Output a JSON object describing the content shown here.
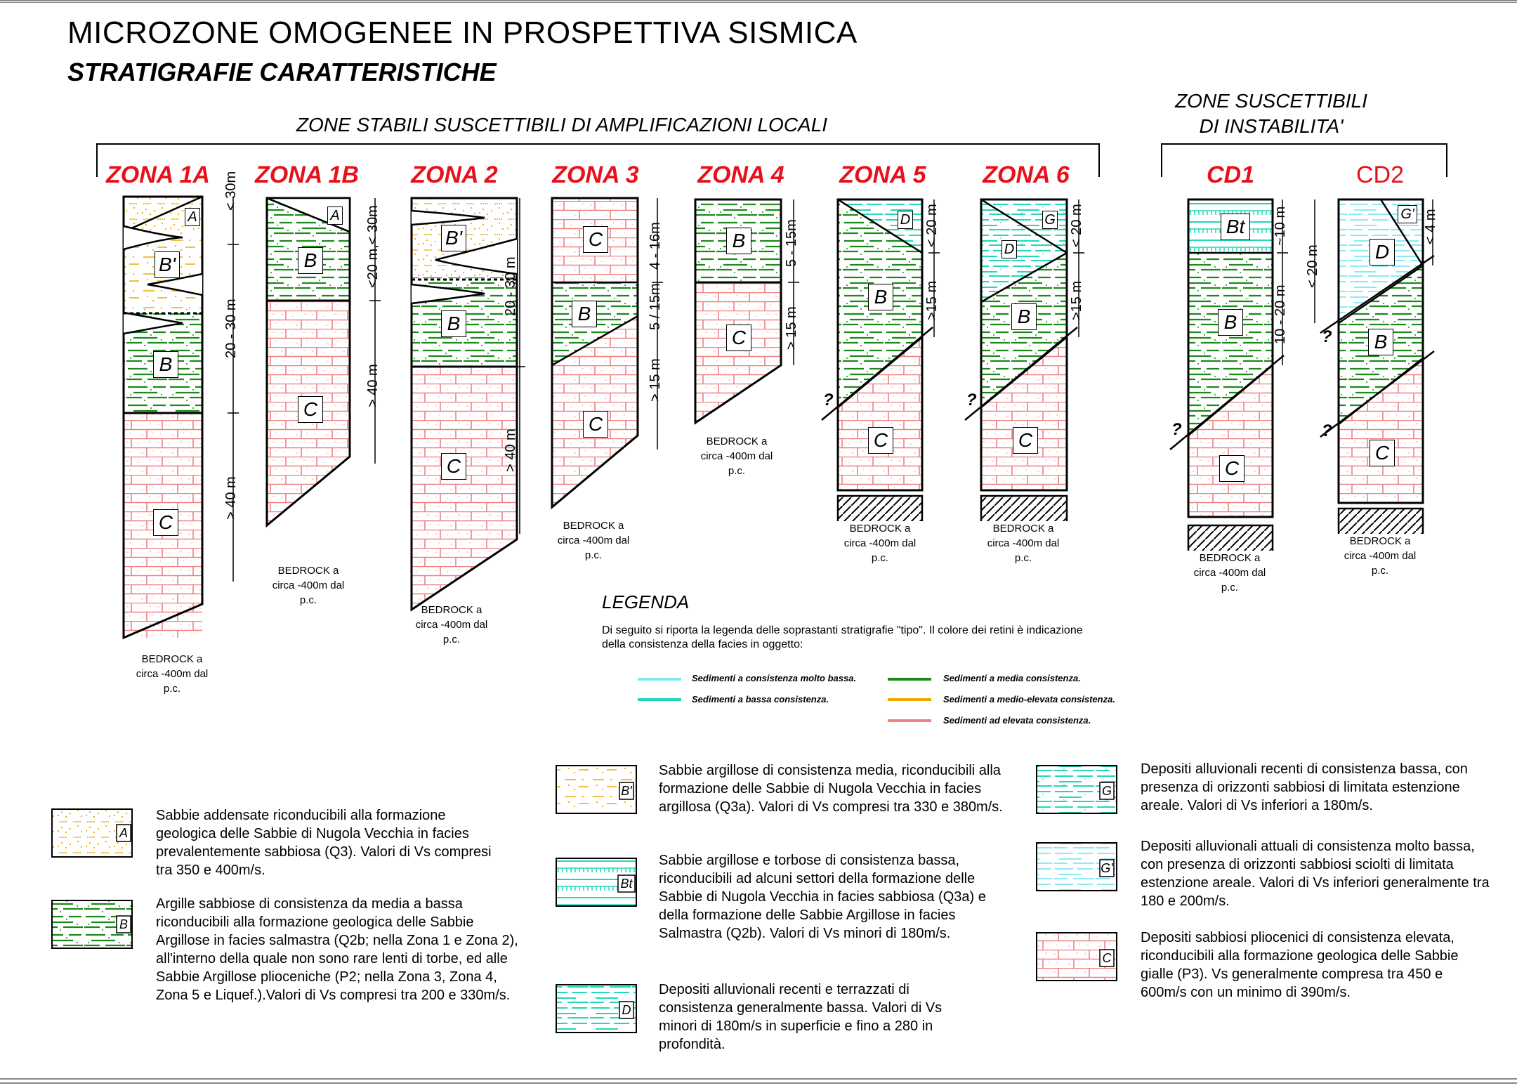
{
  "title": "MICROZONE OMOGENEE IN PROSPETTIVA SISMICA",
  "subtitle": "STRATIGRAFIE CARATTERISTICHE",
  "headers": {
    "stable": "ZONE STABILI SUSCETTIBILI DI AMPLIFICAZIONI LOCALI",
    "unstable_1": "ZONE SUSCETTIBILI",
    "unstable_2": "DI INSTABILITA'"
  },
  "zones": [
    "ZONA 1A",
    "ZONA 1B",
    "ZONA 2",
    "ZONA 3",
    "ZONA 4",
    "ZONA 5",
    "ZONA 6",
    "CD1",
    "CD2"
  ],
  "bedrock": {
    "line1": "BEDROCK a",
    "line2": "circa -400m dal",
    "line3": "p.c."
  },
  "depths": {
    "z1a": [
      "< 30m",
      "20 - 30 m",
      "> 40 m"
    ],
    "z1b": [
      "<20 m,< 30m",
      "> 40 m"
    ],
    "z2": [
      "20 - 30 m",
      "> 40 m"
    ],
    "z3": [
      "4 - 16m",
      "5 / 15m",
      "> 15 m"
    ],
    "z4": [
      "5 - 15m",
      "> 15 m"
    ],
    "z5": [
      "< 20 m",
      ">15 m"
    ],
    "z6": [
      "< 20 m",
      ">15 m"
    ],
    "cd1": [
      "~10 m",
      "10 - 20 m"
    ],
    "cd2": [
      "< 4 m",
      "< 20 m"
    ]
  },
  "unit_labels": [
    "A",
    "B",
    "B'",
    "C",
    "D",
    "G",
    "G'",
    "Bt",
    "?"
  ],
  "legend": {
    "title": "LEGENDA",
    "intro": "Di seguito si riporta la legenda delle soprastanti stratigrafie \"tipo\". Il colore dei retini è indicazione della consistenza della facies in oggetto:",
    "items": [
      {
        "label": "Sedimenti a consistenza molto bassa.",
        "color": "#7de8f0"
      },
      {
        "label": "Sedimenti a bassa consistenza.",
        "color": "#22d8b8"
      },
      {
        "label": "Sedimenti a media consistenza.",
        "color": "#1a8a1a"
      },
      {
        "label": "Sedimenti a medio-elevata consistenza.",
        "color": "#f0a800"
      },
      {
        "label": "Sedimenti ad elevata consistenza.",
        "color": "#f08080"
      }
    ]
  },
  "descriptions": [
    {
      "code": "A",
      "text": "Sabbie addensate riconducibili alla formazione geologica delle Sabbie di Nugola Vecchia in facies prevalentemente sabbiosa (Q3). Valori di Vs compresi tra 350 e 400m/s."
    },
    {
      "code": "B",
      "text": "Argille sabbiose di consistenza da media a bassa riconducibili alla formazione geologica delle Sabbie Argillose in facies salmastra (Q2b; nella Zona 1 e Zona 2), all'interno della quale non sono rare lenti di torbe, ed alle Sabbie Argillose plioceniche (P2; nella Zona 3, Zona 4, Zona 5 e Liquef.).Valori di Vs compresi tra 200 e 330m/s."
    },
    {
      "code": "B'",
      "text": "Sabbie argillose di consistenza media, riconducibili alla formazione delle Sabbie di Nugola Vecchia in facies argillosa (Q3a). Valori di Vs compresi tra 330 e 380m/s."
    },
    {
      "code": "Bt",
      "text": "Sabbie argillose e torbose di consistenza bassa, riconducibili ad alcuni settori della formazione delle Sabbie di Nugola Vecchia in facies sabbiosa (Q3a) e della formazione delle Sabbie Argillose in facies Salmastra (Q2b). Valori di Vs minori di 180m/s."
    },
    {
      "code": "D",
      "text": "Depositi alluvionali recenti e terrazzati di consistenza generalmente bassa. Valori di Vs minori di 180m/s in superficie e fino a 280 in profondità."
    },
    {
      "code": "G",
      "text": "Depositi alluvionali recenti di consistenza bassa, con presenza di orizzonti sabbiosi di limitata estenzione areale. Valori di Vs inferiori a 180m/s."
    },
    {
      "code": "G'",
      "text": "Depositi alluvionali attuali di consistenza molto bassa, con presenza di orizzonti sabbiosi sciolti di limitata estenzione areale. Valori di Vs inferiori generalmente tra 180 e 200m/s."
    },
    {
      "code": "C",
      "text": "Depositi sabbiosi pliocenici di consistenza elevata, riconducibili alla formazione geologica delle Sabbie gialle (P3). Vs generalmente compresa tra 450 e 600m/s con un minimo di 390m/s."
    }
  ]
}
